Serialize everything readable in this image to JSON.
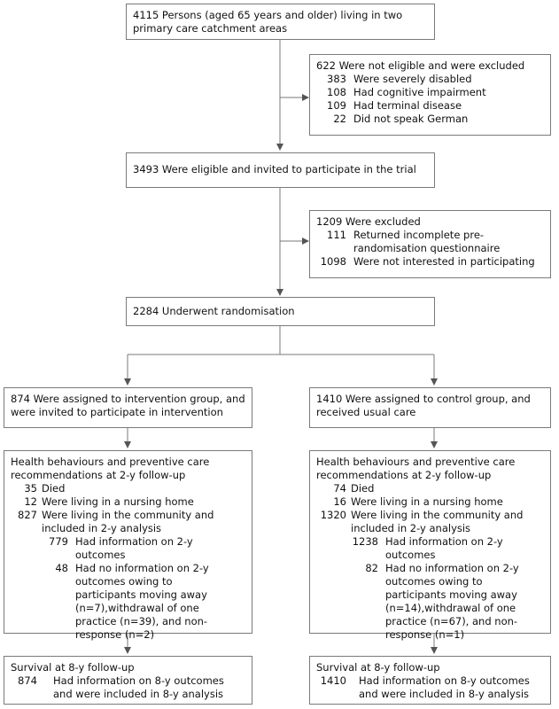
{
  "top_box": {
    "text": "4115 Persons (aged 65 years and older) living in two primary care catchment areas"
  },
  "excluded_1": {
    "title": "622 Were not eligible and were excluded",
    "items": [
      {
        "n": "383",
        "label": "Were severely disabled"
      },
      {
        "n": "108",
        "label": "Had cognitive impairment"
      },
      {
        "n": "109",
        "label": "Had terminal disease"
      },
      {
        "n": "22",
        "label": "Did not speak German"
      }
    ]
  },
  "eligible": {
    "text": "3493 Were eligible and invited to participate in the trial"
  },
  "excluded_2": {
    "title": "1209 Were excluded",
    "items": [
      {
        "n": "111",
        "label": "Returned incomplete pre-randomisation questionnaire"
      },
      {
        "n": "1098",
        "label": "Were not interested in participating"
      }
    ]
  },
  "randomised": {
    "text": "2284 Underwent randomisation"
  },
  "intervention": {
    "text": "874 Were assigned to intervention group, and were invited to participate in intervention",
    "followup2y": {
      "title": "Health behaviours and preventive care recommendations at 2-y follow-up",
      "died_n": "35",
      "died": "Died",
      "nursing_n": "12",
      "nursing": "Were living in a nursing home",
      "community_n": "827",
      "community": "Were living in the community and included in 2-y analysis",
      "info_n": "779",
      "info": "Had information on 2-y outcomes",
      "noinfo_n": "48",
      "noinfo": "Had no information on 2-y outcomes owing to participants moving away (n=7),withdrawal of one practice  (n=39), and non-response (n=2)"
    },
    "survival": {
      "title": "Survival at 8-y follow-up",
      "n": "874",
      "text": "Had information on 8-y outcomes and were included in 8-y analysis"
    }
  },
  "control": {
    "text": "1410 Were assigned to control group, and received usual care",
    "followup2y": {
      "title": "Health behaviours and preventive care recommendations at 2-y follow-up",
      "died_n": "74",
      "died": "Died",
      "nursing_n": "16",
      "nursing": "Were living in a nursing home",
      "community_n": "1320",
      "community": "Were living in the community and included in 2-y analysis",
      "info_n": "1238",
      "info": "Had information on 2-y outcomes",
      "noinfo_n": "82",
      "noinfo": "Had no information on 2-y outcomes owing to participants moving away (n=14),withdrawal of one practice  (n=67), and non-response (n=1)"
    },
    "survival": {
      "title": "Survival at 8-y follow-up",
      "n": "1410",
      "text": "Had information on 8-y outcomes and were included in 8-y analysis"
    }
  },
  "colors": {
    "line": "#7a7a7a",
    "arrow": "#555555"
  }
}
